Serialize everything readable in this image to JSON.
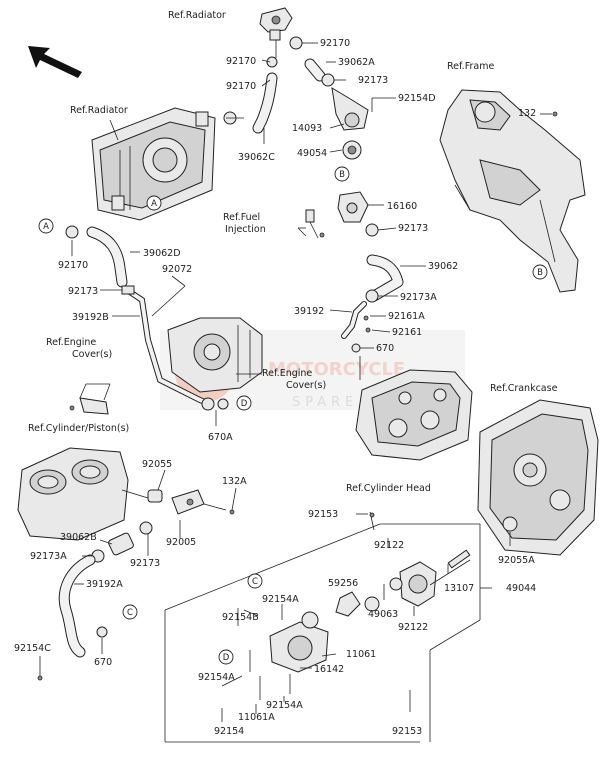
{
  "watermark": {
    "line1": "MOTORCYCLE",
    "line2": "SPARE"
  },
  "refs": {
    "radiator_top": "Ref.Radiator",
    "radiator_left": "Ref.Radiator",
    "frame": "Ref.Frame",
    "fuel_injection_1": "Ref.Fuel",
    "fuel_injection_2": "Injection",
    "engine_cover_left_1": "Ref.Engine",
    "engine_cover_left_2": "Cover(s)",
    "engine_cover_right_1": "Ref.Engine",
    "engine_cover_right_2": "Cover(s)",
    "cylinder_piston": "Ref.Cylinder/Piston(s)",
    "crankcase": "Ref.Crankcase",
    "cylinder_head": "Ref.Cylinder Head"
  },
  "parts": {
    "p92170_a": "92170",
    "p92170_b": "92170",
    "p92170_c": "92170",
    "p92170_d": "92170",
    "p39062a": "39062A",
    "p92173_a": "92173",
    "p92154d": "92154D",
    "p14093": "14093",
    "p49054": "49054",
    "p39062c": "39062C",
    "p132_frame": "132",
    "p16160": "16160",
    "p92173_b": "92173",
    "p39062d": "39062D",
    "p92072": "92072",
    "p92173_c": "92173",
    "p39192b": "39192B",
    "p39062": "39062",
    "p92173a_top": "92173A",
    "p39192": "39192",
    "p92161a": "92161A",
    "p92161": "92161",
    "p670_top": "670",
    "p670a": "670A",
    "p92055": "92055",
    "p132a": "132A",
    "p39062b": "39062B",
    "p92005": "92005",
    "p92173a_low": "92173A",
    "p92173_d": "92173",
    "p39192a": "39192A",
    "p92154c": "92154C",
    "p670_low": "670",
    "p92153_top": "92153",
    "p92122_top": "92122",
    "p92055a": "92055A",
    "p92154a_top": "92154A",
    "p59256": "59256",
    "p92154b": "92154B",
    "p49063": "49063",
    "p13107": "13107",
    "p49044": "49044",
    "p92122_low": "92122",
    "p11061": "11061",
    "p16142": "16142",
    "p92154a_mid": "92154A",
    "p92154a_low": "92154A",
    "p11061a": "11061A",
    "p92154": "92154",
    "p92153_low": "92153"
  },
  "markers": {
    "a1": "A",
    "a2": "A",
    "b1": "B",
    "b2": "B",
    "c1": "C",
    "c2": "C",
    "d1": "D",
    "d2": "D"
  },
  "icons": {
    "direction_arrow": "front-direction-arrow-icon"
  }
}
